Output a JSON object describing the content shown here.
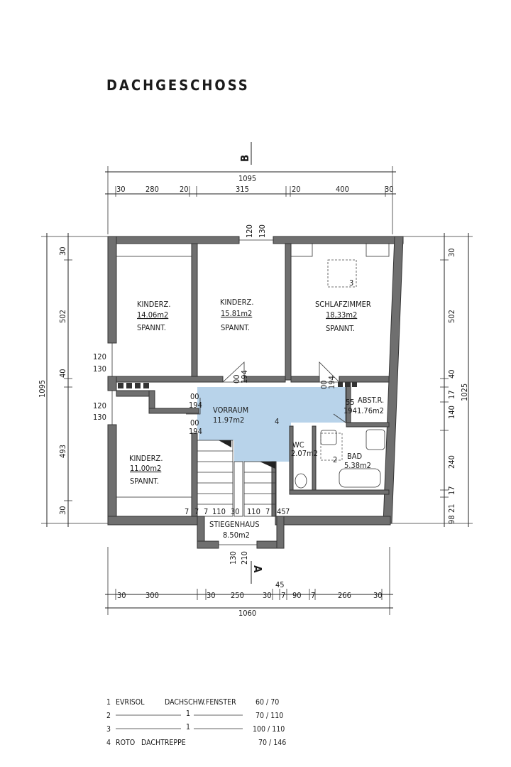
{
  "title": "DACHGESCHOSS",
  "section_top": "B",
  "section_bottom": "A",
  "dims_top": {
    "total": "1095",
    "parts": [
      "30",
      "280",
      "20",
      "315",
      "20",
      "400",
      "30"
    ]
  },
  "dims_bottom": {
    "total": "1060",
    "upper": "45",
    "parts": [
      "30",
      "300",
      "30",
      "250",
      "30",
      "7",
      "90",
      "7",
      "266",
      "30"
    ]
  },
  "dims_left": {
    "total": "1095",
    "parts": [
      "30",
      "502",
      "40",
      "493",
      "30"
    ]
  },
  "dims_right": {
    "total": "1025",
    "parts": [
      "30",
      "502",
      "40",
      "17",
      "140",
      "240",
      "17",
      "21",
      "98"
    ]
  },
  "door_labels": {
    "top_door": [
      "120",
      "130"
    ],
    "left_upper": [
      "120",
      "130"
    ],
    "left_lower": [
      "120",
      "130"
    ],
    "stair_door": [
      "130",
      "210"
    ],
    "d1": [
      "00",
      "194"
    ],
    "d2": [
      "00",
      "194"
    ],
    "d3": [
      "00",
      "194"
    ],
    "d4": [
      "00",
      "194"
    ],
    "d5": [
      "55",
      "194"
    ],
    "stair_bottom": [
      "7",
      "7",
      "7",
      "110",
      "30",
      "110",
      "7",
      "45",
      "7"
    ]
  },
  "rooms": [
    {
      "name": "KINDERZ.",
      "area": "14.06m2",
      "note": "SPANNT."
    },
    {
      "name": "KINDERZ.",
      "area": "15.81m2",
      "note": "SPANNT."
    },
    {
      "name": "SCHLAFZIMMER",
      "area": "18,33m2",
      "note": "SPANNT."
    },
    {
      "name": "KINDERZ.",
      "area": "11.00m2",
      "note": "SPANNT."
    },
    {
      "name": "VORRAUM",
      "area": "11.97m2",
      "note": ""
    },
    {
      "name": "ABST.R.",
      "area": "1.76m2",
      "note": ""
    },
    {
      "name": "WC",
      "area": "2.07m2",
      "note": ""
    },
    {
      "name": "BAD",
      "area": "5.38m2",
      "note": ""
    },
    {
      "name": "STIEGENHAUS",
      "area": "8.50m2",
      "note": ""
    }
  ],
  "markers": {
    "vorraum": "4",
    "schlaf": "3",
    "bad": "2"
  },
  "colors": {
    "hall_fill": "#b8d3ea",
    "wall": "#6f6f6f"
  },
  "legend": [
    {
      "num": "1",
      "brand": "EVRISOL",
      "desc": "DACHSCHW.FENSTER",
      "size": "60 / 70"
    },
    {
      "num": "2",
      "brand": "",
      "desc": "1",
      "size": "70 / 110"
    },
    {
      "num": "3",
      "brand": "",
      "desc": "1",
      "size": "100 / 110"
    },
    {
      "num": "4",
      "brand": "ROTO",
      "desc": "DACHTREPPE",
      "size": "70 / 146"
    }
  ]
}
